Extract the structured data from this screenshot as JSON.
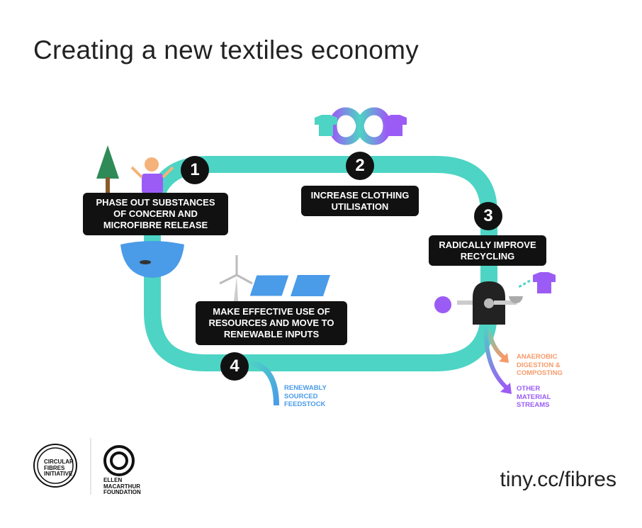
{
  "title": "Creating a new textiles economy",
  "steps": [
    {
      "number": "1",
      "lines": [
        "PHASE OUT SUBSTANCES",
        "OF CONCERN AND",
        "MICROFIBRE RELEASE"
      ]
    },
    {
      "number": "2",
      "lines": [
        "INCREASE CLOTHING",
        "UTILISATION"
      ]
    },
    {
      "number": "3",
      "lines": [
        "RADICALLY IMPROVE",
        "RECYCLING"
      ]
    },
    {
      "number": "4",
      "lines": [
        "MAKE EFFECTIVE USE OF",
        "RESOURCES AND MOVE TO",
        "RENEWABLE INPUTS"
      ]
    }
  ],
  "outputs": {
    "renewable": [
      "RENEWABLY",
      "SOURCED",
      "FEEDSTOCK"
    ],
    "anaerobic": [
      "ANAEROBIC",
      "DIGESTION &",
      "COMPOSTING"
    ],
    "other": [
      "OTHER",
      "MATERIAL",
      "STREAMS"
    ]
  },
  "logos": {
    "cfi": [
      "CIRCULAR",
      "FIBRES",
      "INITIATIVE"
    ],
    "emf": [
      "ELLEN",
      "MACARTHUR",
      "FOUNDATION"
    ]
  },
  "url": "tiny.cc/fibres",
  "colors": {
    "teal": "#4dd4c4",
    "purple": "#9b5cf6",
    "orange": "#f79a6a",
    "blue": "#4a9be8",
    "black": "#111111"
  }
}
